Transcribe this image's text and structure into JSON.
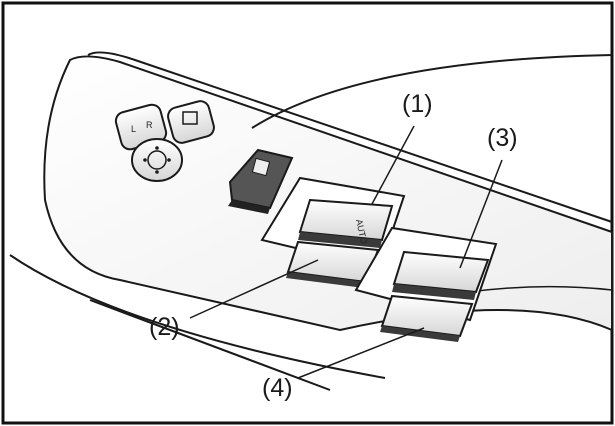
{
  "colors": {
    "line": "#1a1a1a",
    "panel": "#f7f7f7",
    "shade": "#c8c8c8",
    "dark": "#4a4a4a",
    "border": "#111111"
  },
  "mirror_select": {
    "left": "L",
    "right": "R"
  },
  "auto_label": "AUTO",
  "callouts": [
    {
      "id": "1",
      "text": "(1)"
    },
    {
      "id": "2",
      "text": "(2)"
    },
    {
      "id": "3",
      "text": "(3)"
    },
    {
      "id": "4",
      "text": "(4)"
    }
  ]
}
